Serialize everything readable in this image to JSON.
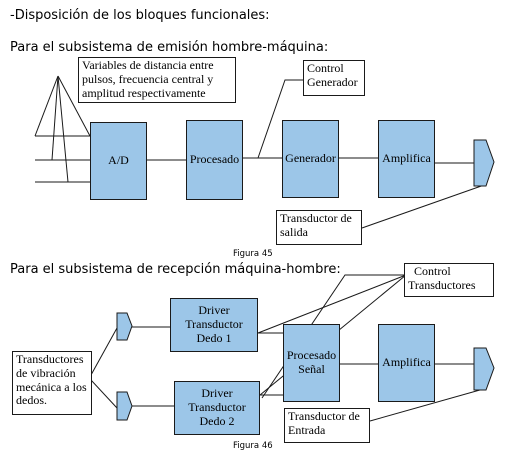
{
  "intro": "-Disposición de los bloques funcionales:",
  "figure45": {
    "heading": "Para el subsistema de emisión hombre-máquina:",
    "caption": "Figura 45",
    "blocks": {
      "ad": "A/D",
      "procesado": "Procesado",
      "generador": "Generador",
      "amplifica": "Amplifica"
    },
    "note_variables": [
      "Variables de distancia entre",
      "pulsos, frecuencia central y",
      "amplitud respectivamente"
    ],
    "note_control": [
      "Control",
      "Generador"
    ],
    "note_transductor": [
      "Transductor de",
      "salida"
    ]
  },
  "figure46": {
    "heading": "Para el subsistema de recepción máquina-hombre:",
    "caption": "Figura 46",
    "blocks": {
      "driver1": [
        "Driver",
        "Transductor",
        "Dedo 1"
      ],
      "driver2": [
        "Driver",
        "Transductor",
        "Dedo 2"
      ],
      "procesado": [
        "Procesado",
        "Señal"
      ],
      "amplifica": "Amplifica"
    },
    "note_control": [
      "Control",
      "Transductores"
    ],
    "note_vibracion": [
      "Transductores",
      "de vibración",
      "mecánica a los",
      "dedos."
    ],
    "note_entrada": [
      "Transductor de",
      "Entrada"
    ]
  }
}
